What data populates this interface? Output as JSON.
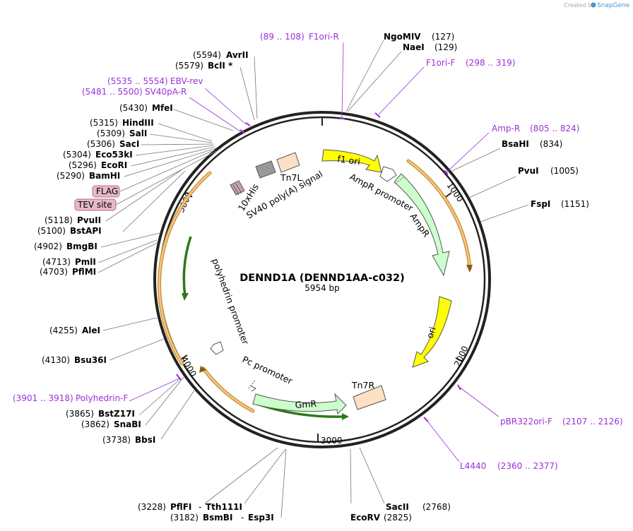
{
  "credit": {
    "prefix": "Created by",
    "brand": "SnapGene"
  },
  "title": "DENND1A (DENND1AA-c032)",
  "subtitle": "5954 bp",
  "ticks": [
    "1000",
    "2000",
    "3000",
    "4000",
    "5000"
  ],
  "features": {
    "f1ori": "f1 ori",
    "ampr_promoter": "AmpR promoter",
    "ampr": "AmpR",
    "ori": "ori",
    "tn7r": "Tn7R",
    "gmr": "GmR",
    "pc_promoter": "Pc promoter",
    "polyhedrin_promoter": "polyhedrin promoter",
    "his": "10xHis",
    "sv40": "SV40 poly(A) signal",
    "tn7l": "Tn7L"
  },
  "tags": {
    "flag": "FLAG",
    "tev": "TEV site"
  },
  "sites": {
    "avrii": {
      "pos": "(5594)",
      "name": "AvrII"
    },
    "bcli": {
      "pos": "(5579)",
      "name": "BclI *"
    },
    "mfei": {
      "pos": "(5430)",
      "name": "MfeI"
    },
    "hindiii": {
      "pos": "(5315)",
      "name": "HindIII"
    },
    "sali": {
      "pos": "(5309)",
      "name": "SalI"
    },
    "saci": {
      "pos": "(5306)",
      "name": "SacI"
    },
    "eco53ki": {
      "pos": "(5304)",
      "name": "Eco53kI"
    },
    "ecori": {
      "pos": "(5296)",
      "name": "EcoRI"
    },
    "bamhi": {
      "pos": "(5290)",
      "name": "BamHI"
    },
    "pvuii": {
      "pos": "(5118)",
      "name": "PvuII"
    },
    "bstapi": {
      "pos": "(5100)",
      "name": "BstAPI"
    },
    "bmgbi": {
      "pos": "(4902)",
      "name": "BmgBI"
    },
    "pmli": {
      "pos": "(4713)",
      "name": "PmlI"
    },
    "pflmi": {
      "pos": "(4703)",
      "name": "PflMI"
    },
    "alei": {
      "pos": "(4255)",
      "name": "AleI"
    },
    "bsu36i": {
      "pos": "(4130)",
      "name": "Bsu36I"
    },
    "bstz17i": {
      "pos": "(3865)",
      "name": "BstZ17I"
    },
    "snabi": {
      "pos": "(3862)",
      "name": "SnaBI"
    },
    "bbsi": {
      "pos": "(3738)",
      "name": "BbsI"
    },
    "pflfi": {
      "pos": "(3228)",
      "name": "PflFI"
    },
    "tth111i": {
      "name": "Tth111I"
    },
    "bsmbi": {
      "pos": "(3182)",
      "name": "BsmBI"
    },
    "esp3i": {
      "name": "Esp3I"
    },
    "ecorv": {
      "pos": "(2825)",
      "name": "EcoRV"
    },
    "sacii": {
      "pos": "(2768)",
      "name": "SacII"
    },
    "fspi": {
      "pos": "(1151)",
      "name": "FspI"
    },
    "pvui": {
      "pos": "(1005)",
      "name": "PvuI"
    },
    "bsahi": {
      "pos": "(834)",
      "name": "BsaHI"
    },
    "ngomiv": {
      "pos": "(127)",
      "name": "NgoMIV"
    },
    "naei": {
      "pos": "(129)",
      "name": "NaeI"
    }
  },
  "primers": {
    "f1ori_r": {
      "range": "(89 .. 108)",
      "name": "F1ori-R"
    },
    "f1ori_f": {
      "range": "(298 .. 319)",
      "name": "F1ori-F"
    },
    "amp_r": {
      "range": "(805 .. 824)",
      "name": "Amp-R"
    },
    "ebv_rev": {
      "range": "(5535 .. 5554)",
      "name": "EBV-rev"
    },
    "sv40pa_r": {
      "range": "(5481 .. 5500)",
      "name": "SV40pA-R"
    },
    "polyhedrin_f": {
      "range": "(3901 .. 3918)",
      "name": "Polyhedrin-F"
    },
    "pbr322ori_f": {
      "range": "(2107 .. 2126)",
      "name": "pBR322ori-F"
    },
    "l4440": {
      "range": "(2360 .. 2377)",
      "name": "L4440"
    }
  },
  "colors": {
    "primer": "#9b30d9",
    "ori_yellow": "#ffff00",
    "ampr_green": "#ccffcc",
    "orange": "#e89a3c",
    "tn7_peach": "#fde1c4",
    "tag_pink": "#e6b8c8"
  }
}
